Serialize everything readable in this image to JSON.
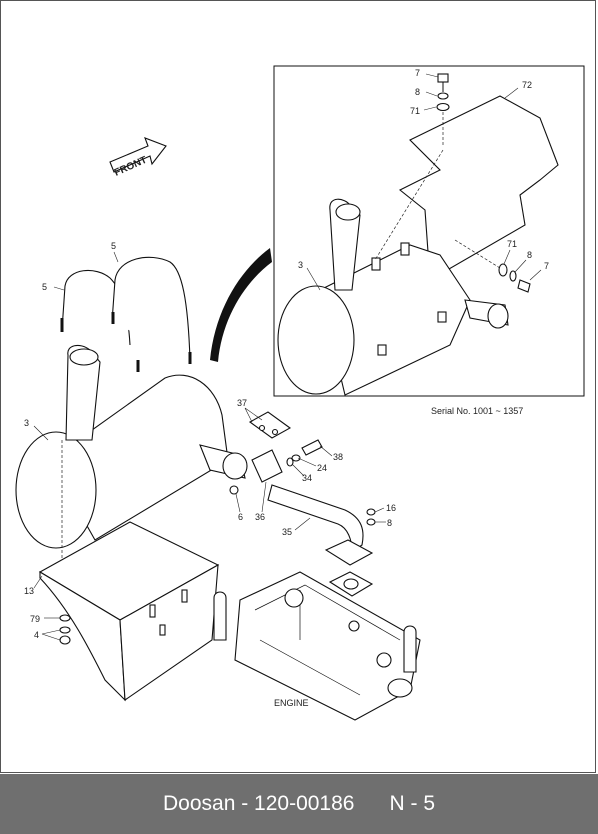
{
  "diagram": {
    "front_label": "FRONT",
    "engine_label": "ENGINE",
    "inset_caption": "Serial No. 1001 ~ 1357",
    "callouts": {
      "c3_main": "3",
      "c3_inset": "3",
      "c4": "4",
      "c5_top": "5",
      "c5_left": "5",
      "c6": "6",
      "c7_top": "7",
      "c7_right": "7",
      "c8_top": "8",
      "c8_right": "8",
      "c8_pipe": "8",
      "c13": "13",
      "c16": "16",
      "c24": "24",
      "c34": "34",
      "c35": "35",
      "c36": "36",
      "c37": "37",
      "c38": "38",
      "c71_top": "71",
      "c71_right": "71",
      "c72": "72",
      "c79": "79"
    }
  },
  "footer": {
    "brand": "Doosan",
    "part_number": "120-00186",
    "page": "N - 5"
  }
}
